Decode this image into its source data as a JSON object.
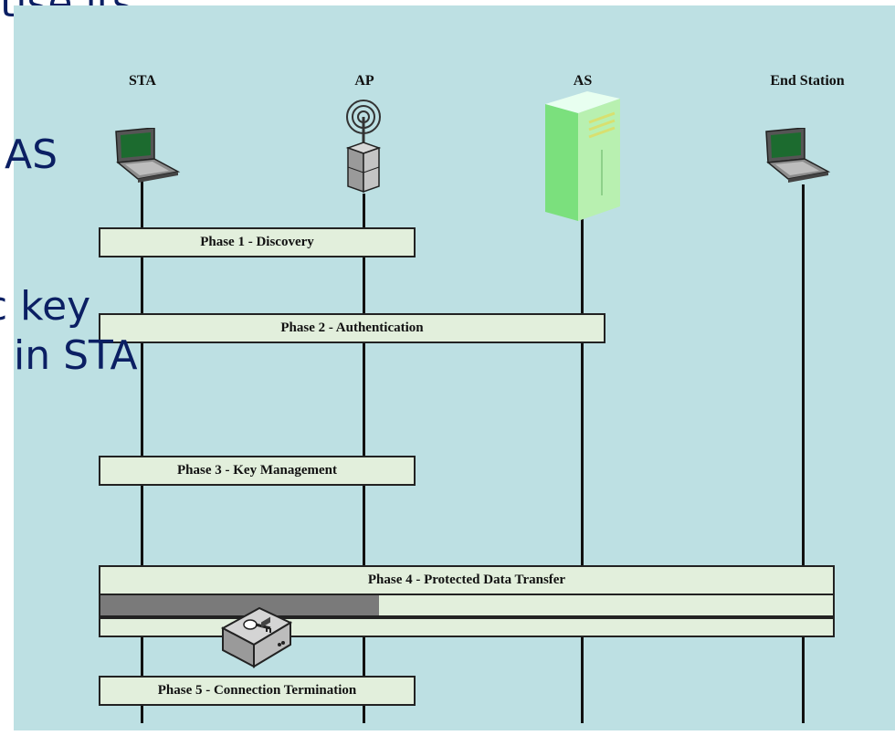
{
  "background_text": {
    "line1": "tise its",
    "line2": "AS",
    "line3": "c key",
    "line4": "in STA"
  },
  "columns": {
    "sta": "STA",
    "ap": "AP",
    "as": "AS",
    "end_station": "End Station"
  },
  "phases": {
    "p1": "Phase 1 - Discovery",
    "p2": "Phase 2 - Authentication",
    "p3": "Phase 3 - Key Management",
    "p4": "Phase 4 - Protected Data Transfer",
    "p5": "Phase 5 - Connection Termination"
  },
  "icons": {
    "sta": "laptop-icon",
    "ap": "wireless-access-point-icon",
    "as": "server-icon",
    "end_station": "laptop-icon",
    "crypto": "encryption-device-icon"
  },
  "colors": {
    "panel": "#bde0e3",
    "phase_box": "#e2efdc",
    "text_overlay": "#0b1f63"
  }
}
